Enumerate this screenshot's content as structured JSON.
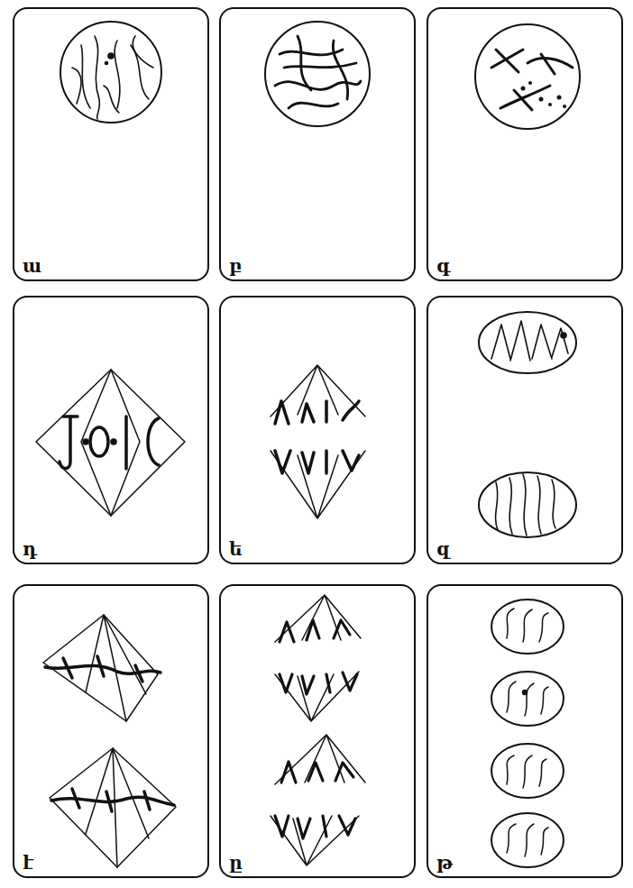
{
  "diagram": {
    "nodes": [
      {
        "text": [
          "ա"
        ]
      },
      {
        "text": [
          "բ"
        ]
      },
      {
        "text": [
          "գ"
        ]
      },
      {
        "text": [
          "դ"
        ]
      },
      {
        "text": [
          "ե"
        ]
      },
      {
        "text": [
          "զ"
        ]
      },
      {
        "text": [
          "է"
        ]
      },
      {
        "text": [
          "ը"
        ]
      },
      {
        "text": [
          "թ"
        ]
      }
    ]
  }
}
